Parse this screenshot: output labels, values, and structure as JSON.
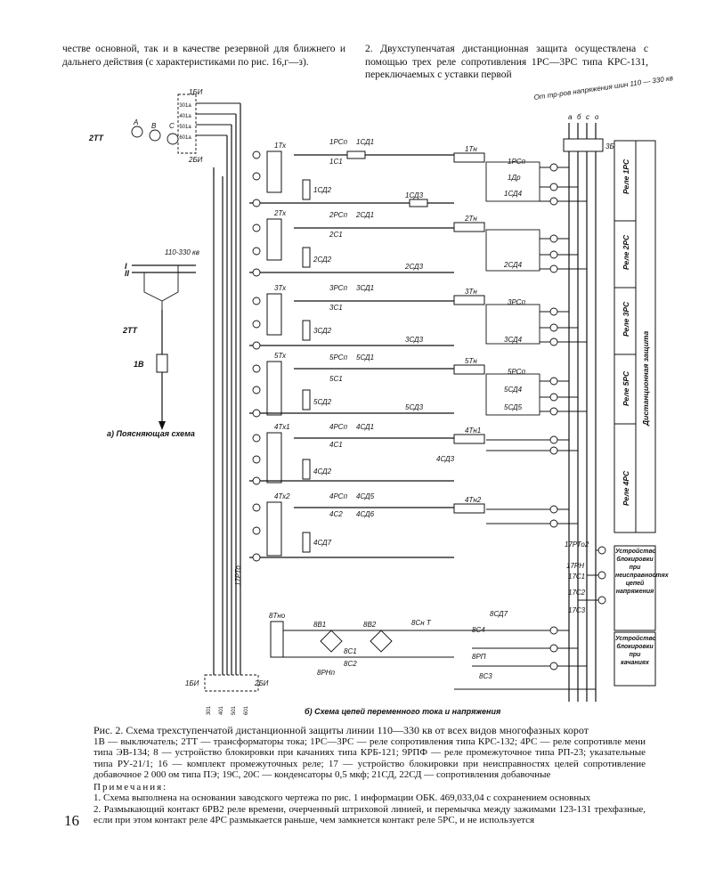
{
  "text": {
    "left_column": "честве основной, так и в качестве резервной для ближнего и дальнего действия (с характеристиками по рис. 16,г—з).",
    "right_column": "2. Двухступенчатая дистанционная защита осуществлена с помощью трех реле сопротивления 1РС—3РС типа КРС-131, переключаемых с уставки первой"
  },
  "figure": {
    "top_label": "От тр-ров напряжения шин 110 — 330 кв",
    "bus_phase_labels": [
      "a",
      "б",
      "с",
      "о"
    ],
    "voltage_label": "110-330 кв",
    "bus_labels": [
      "I",
      "II"
    ],
    "left_labels": [
      "2ТТ",
      "2ТТ",
      "1В",
      "1БИ",
      "2БИ",
      "1БИ",
      "2БИ"
    ],
    "ct_labels": [
      "A",
      "B",
      "C",
      "301а",
      "401а",
      "501а",
      "601а"
    ],
    "transformer_labels": [
      "1Тх",
      "2Тх",
      "3Тх",
      "5Тх",
      "4Тх1",
      "4Тх2",
      "8Тно"
    ],
    "relay_labels": [
      "1РСп",
      "1СД1",
      "1С1",
      "1СД2",
      "1СД3",
      "1Тн",
      "1РСп",
      "1Др",
      "1СД4",
      "2РСп",
      "2СД1",
      "2С1",
      "2СД2",
      "2СД3",
      "2Тн",
      "2СД4",
      "3РСп",
      "3СД1",
      "3С1",
      "3СД2",
      "3СД3",
      "3Тн",
      "3РСп",
      "3СД4",
      "5РСп",
      "5СД1",
      "5С1",
      "5СД2",
      "5СД3",
      "5Тн",
      "5РСп",
      "5СД4",
      "5СД5",
      "4РСп",
      "4СД1",
      "4С1",
      "4СД2",
      "4Тн1",
      "4СД3",
      "4РСп",
      "4СД5",
      "4С2",
      "4СД6",
      "4СД7",
      "4Тн2",
      "8В1",
      "8В2",
      "8С1",
      "8С2",
      "8Сн Т",
      "8С4",
      "8С3",
      "8СД7",
      "8РП",
      "8РНп",
      "17РТо2",
      "17РН",
      "17С1",
      "17С2",
      "17С3",
      "17РТо"
    ],
    "right_bar_labels": [
      "Реле 1РС",
      "Реле 2РС",
      "Реле 3РС",
      "Реле 5РС",
      "Реле 4РС",
      "Дистанционная защита",
      "Устройство блокировки при неисправностях цепей напряжения",
      "Устройство блокировки при качаниях"
    ],
    "sublabel_a": "а) Поясняющая схема",
    "sublabel_b": "б) Схема цепей переменного тока и напряжения",
    "bottom_terminals": [
      "301",
      "401",
      "501",
      "601"
    ]
  },
  "caption": {
    "title": "Рис. 2. Схема трехступенчатой дистанционной защиты линии 110—330 кв от всех видов многофазных корот",
    "legend": "1В — выключатель; 2ТТ — трансформаторы тока; 1РС—3РС — реле сопротивления типа КРС-132; 4РС — реле сопротивле мени типа ЭВ-134; 8 — устройство блокировки при качаниях типа КРБ-121; 9РПФ — реле промежуточное типа РП-23; указательные типа РУ-21/1; 16 — комплект промежуточных реле; 17 — устройство блокировки при неисправностях целей сопротивление добавочное 2 000 ом типа ПЭ; 19С, 20С — конденсаторы 0,5 мкф; 21СД, 22СД — сопротивления добавочные",
    "notes_heading": "Примечания:",
    "note1": "1. Схема выполнена на основании заводского чертежа по рис. 1 информации ОБК. 469,033,04 с сохранением основных",
    "note2": "2. Размыкающий контакт 6РВ2 реле времени, очерченный штриховой линией, и перемычка между зажимами 123-131 трехфазные, если при этом контакт реле 4РС размыкается раньше, чем замкнется контакт реле 5РС, и не используется"
  },
  "page_number": "16"
}
